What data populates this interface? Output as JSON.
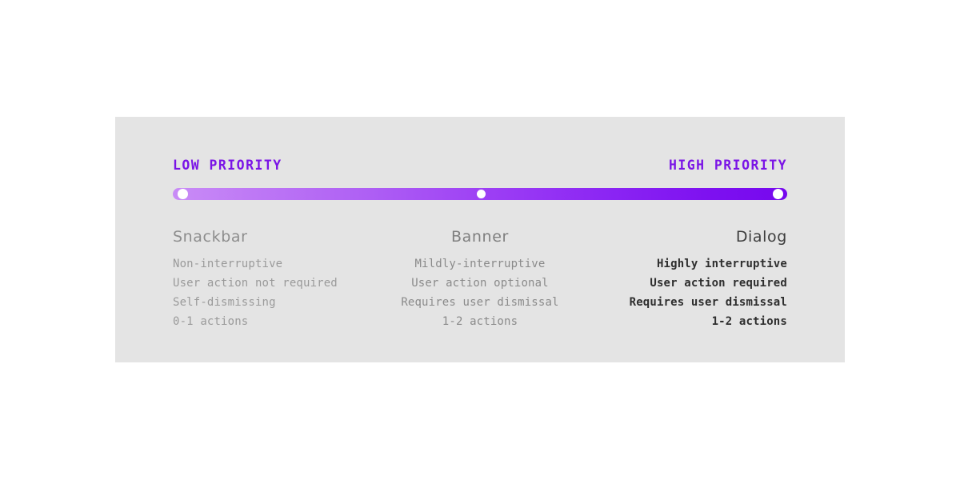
{
  "panel": {
    "background_color": "#e4e4e4",
    "accent_color": "#7A14E6"
  },
  "scale": {
    "low_label": "LOW PRIORITY",
    "high_label": "HIGH PRIORITY",
    "gradient_start_color": "#c98cf6",
    "gradient_end_color": "#7608ee",
    "stops": [
      {
        "name": "snackbar-stop",
        "position_percent": 0
      },
      {
        "name": "banner-stop",
        "position_percent": 50
      },
      {
        "name": "dialog-stop",
        "position_percent": 100
      }
    ]
  },
  "columns": [
    {
      "id": "snackbar",
      "title": "Snackbar",
      "align": "left",
      "lines": [
        "Non-interruptive",
        "User action not required",
        "Self-dismissing",
        "0-1 actions"
      ]
    },
    {
      "id": "banner",
      "title": "Banner",
      "align": "center",
      "lines": [
        "Mildly-interruptive",
        "User action optional",
        "Requires user dismissal",
        "1-2 actions"
      ]
    },
    {
      "id": "dialog",
      "title": "Dialog",
      "align": "right",
      "lines": [
        "Highly interruptive",
        "User action required",
        "Requires user dismissal",
        "1-2 actions"
      ]
    }
  ]
}
